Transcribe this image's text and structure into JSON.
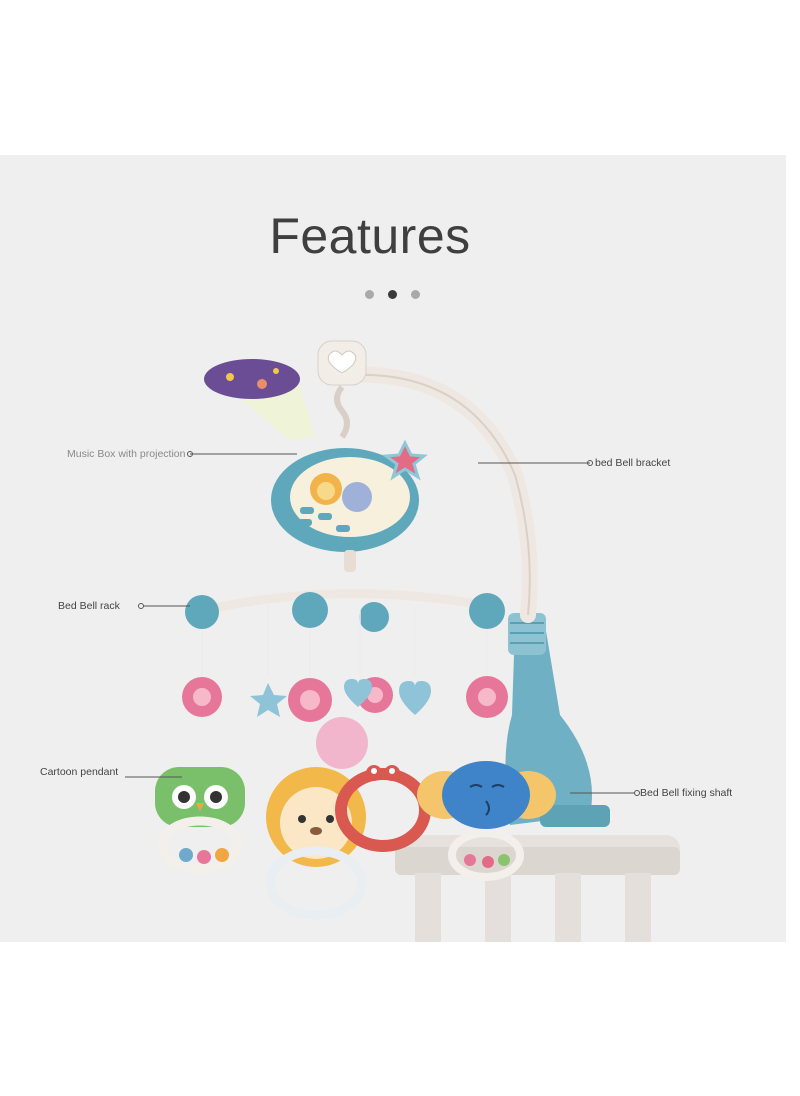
{
  "header": {
    "title": "Features"
  },
  "carousel": {
    "dot_count": 3,
    "active_index": 1
  },
  "callouts": {
    "music_box": "Music Box with projection",
    "bed_bell_bracket": "bed Bell bracket",
    "bed_bell_rack": "Bed Bell rack",
    "cartoon_pendant": "Cartoon pendant",
    "bed_bell_fixing_shaft": "Bed Bell fixing shaft"
  },
  "colors": {
    "panel_bg": "#efefef",
    "title_text": "#3f3f3f",
    "teal": "#5ea9bd",
    "pink": "#e0708f",
    "bracket": "#f1ebe6",
    "crib": "#e6e1dc"
  }
}
